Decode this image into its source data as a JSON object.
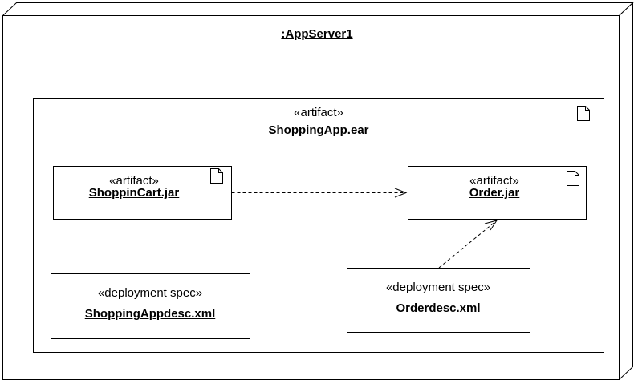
{
  "node": {
    "name": ":AppServer1"
  },
  "outer_artifact": {
    "stereotype": "«artifact»",
    "name": "ShoppingApp.ear",
    "icon": "document-icon"
  },
  "artifacts": [
    {
      "id": "shoppincart",
      "stereotype": "«artifact»",
      "name": "ShoppinCart.jar",
      "icon": "document-icon"
    },
    {
      "id": "order",
      "stereotype": "«artifact»",
      "name": "Order.jar",
      "icon": "document-icon"
    }
  ],
  "deployment_specs": [
    {
      "id": "shoppingappdesc",
      "stereotype": "«deployment spec»",
      "name": "ShoppingAppdesc.xml"
    },
    {
      "id": "orderdesc",
      "stereotype": "«deployment spec»",
      "name": "Orderdesc.xml"
    }
  ],
  "dependencies": [
    {
      "from": "ShoppinCart.jar",
      "to": "Order.jar",
      "style": "dashed-open-arrow"
    },
    {
      "from": "Orderdesc.xml",
      "to": "Order.jar",
      "style": "dashed-open-arrow"
    }
  ]
}
